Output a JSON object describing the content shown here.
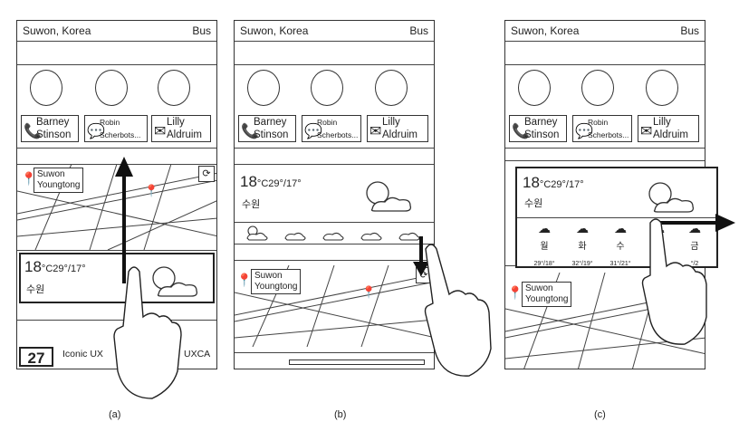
{
  "status": {
    "location": "Suwon, Korea",
    "mode": "Bus"
  },
  "contacts": [
    {
      "first": "Barney",
      "last": "Stinson",
      "icon": "phone-icon"
    },
    {
      "first": "Robin",
      "last": "Scherbots...",
      "icon": "chat-bubble-icon"
    },
    {
      "first": "Lilly",
      "last": "Aldruim",
      "icon": "mail-icon"
    }
  ],
  "map": {
    "label_line1": "Suwon",
    "label_line2": "Youngtong"
  },
  "weather": {
    "temp": "18",
    "unit_range": "°C29°/17°",
    "city": "수원",
    "days": [
      {
        "day": "월",
        "range": "29°/18°"
      },
      {
        "day": "화",
        "range": "32°/19°"
      },
      {
        "day": "수",
        "range": "31°/21°"
      },
      {
        "day": "",
        "range": ""
      },
      {
        "day": "금",
        "range": "°/2"
      }
    ]
  },
  "bottom": {
    "date": "27",
    "left_text": "Iconic UX",
    "right_text": "UXCA"
  },
  "captions": [
    "(a)",
    "(b)",
    "(c)"
  ]
}
